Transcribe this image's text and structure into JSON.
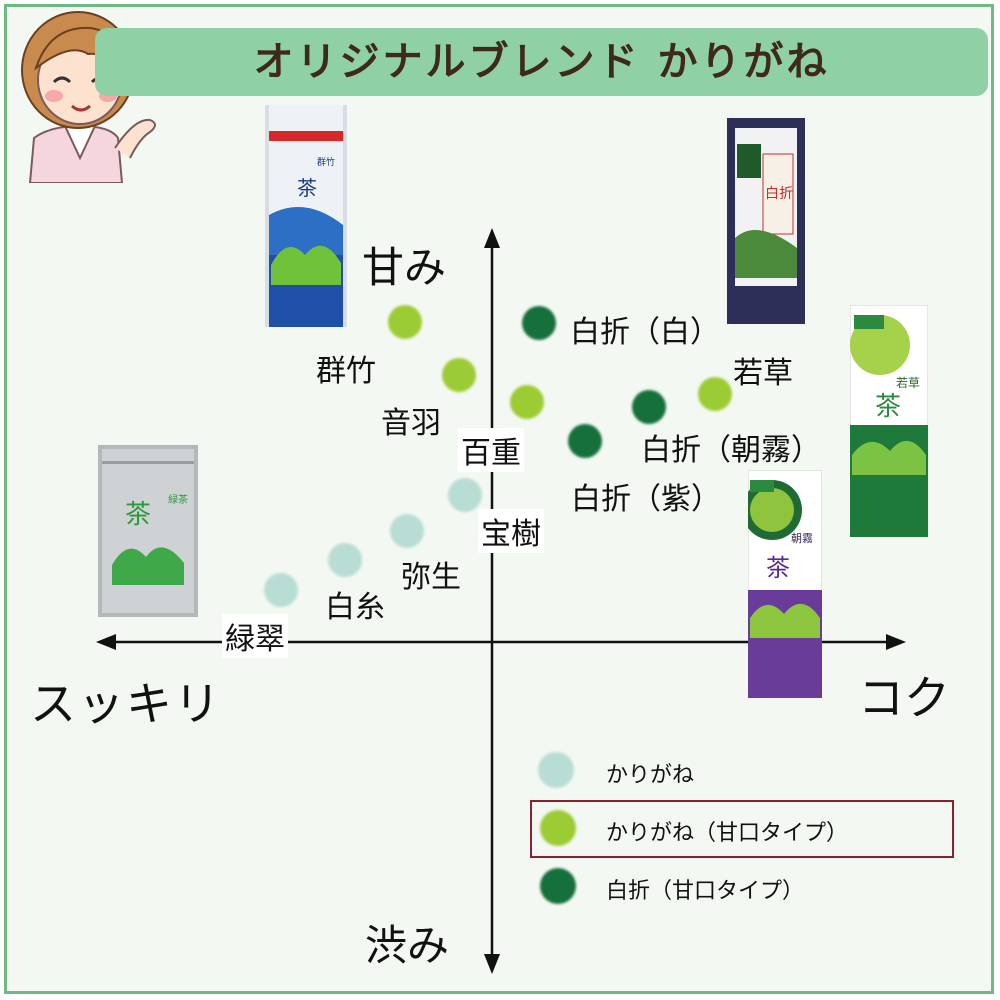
{
  "title": "オリジナルブレンド かりがね",
  "axes": {
    "top": "甘み",
    "bottom": "渋み",
    "left": "スッキリ",
    "right": "コク"
  },
  "points": {
    "gunchiku": "群竹",
    "otowa": "音羽",
    "hyakue": "百重",
    "houju": "宝樹",
    "yayoi": "弥生",
    "shiraito": "白糸",
    "ryokusui": "緑翠",
    "shiraori_shiro": "白折（白）",
    "wakakusa": "若草",
    "shiraori_asagiri": "白折（朝霧）",
    "shiraori_murasaki": "白折（紫）"
  },
  "legend": {
    "karigane": "かりがね",
    "karigane_sweet": "かりがね（甘口タイプ）",
    "shiraori_sweet": "白折（甘口タイプ）"
  },
  "colors": {
    "karigane": "#b8ddd4",
    "karigane_sweet": "#9ccc34",
    "shiraori_sweet": "#16703b",
    "title_bar": "#8fd0a5",
    "frame": "#6fba84",
    "legend_highlight": "#8b2030"
  }
}
